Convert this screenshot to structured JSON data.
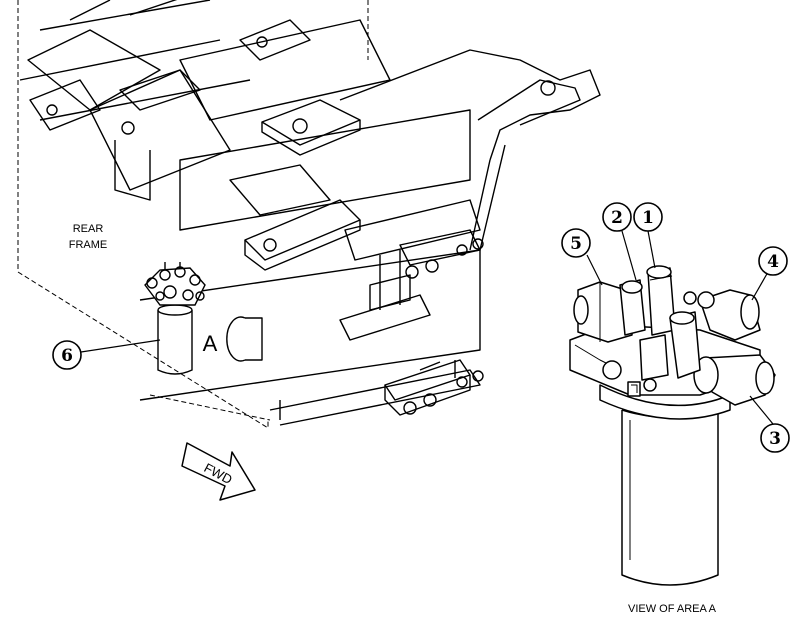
{
  "labels": {
    "rear_frame_line1": "REAR",
    "rear_frame_line2": "FRAME",
    "area_marker": "A",
    "fwd_arrow": "FWD",
    "view_caption": "VIEW OF AREA  A"
  },
  "callouts": [
    "1",
    "2",
    "3",
    "4",
    "5",
    "6"
  ],
  "colors": {
    "line": "#000000",
    "background": "#ffffff"
  }
}
